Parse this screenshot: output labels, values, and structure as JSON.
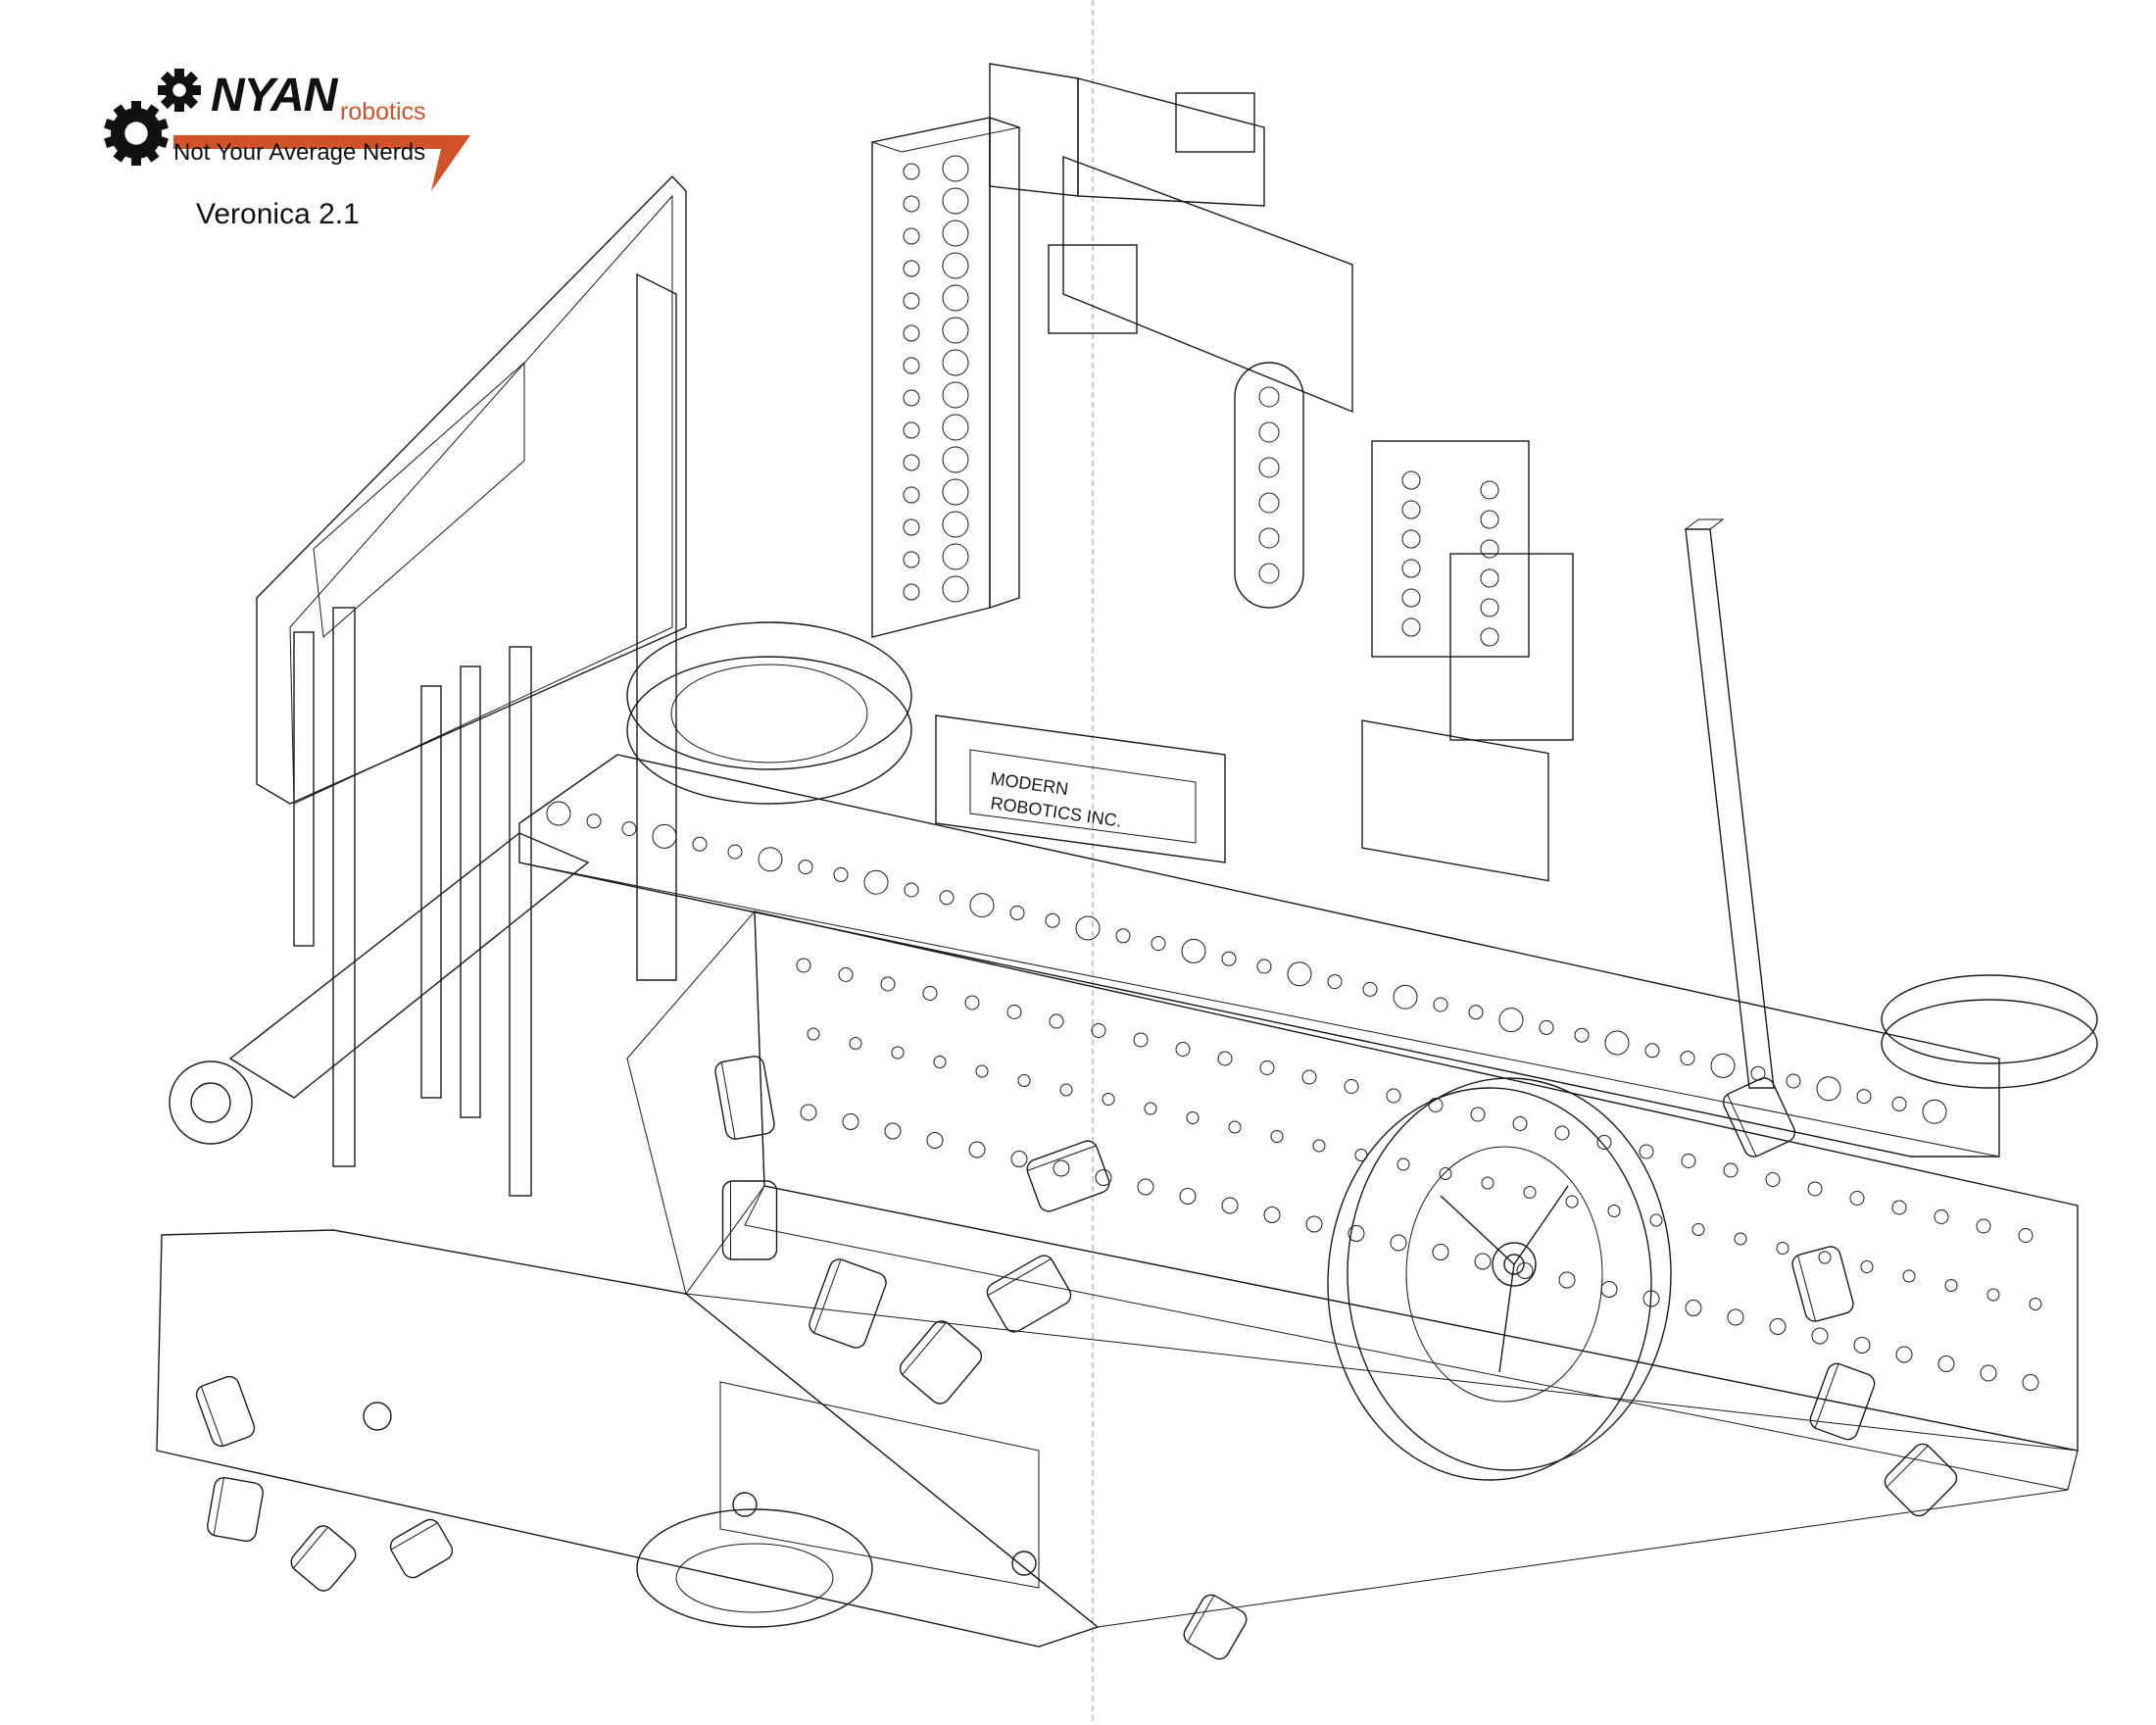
{
  "logo": {
    "brand": "NYAN",
    "brand_suffix": "robotics",
    "tagline": "Not Your Average Nerds",
    "gear_icon": "gear-icon",
    "accent_color": "#d2522a"
  },
  "caption": {
    "model_name": "Veronica 2.1"
  },
  "drawing": {
    "controller_label_line1": "MODERN",
    "controller_label_line2": "ROBOTICS INC.",
    "line_color": "#1a1a1a"
  }
}
